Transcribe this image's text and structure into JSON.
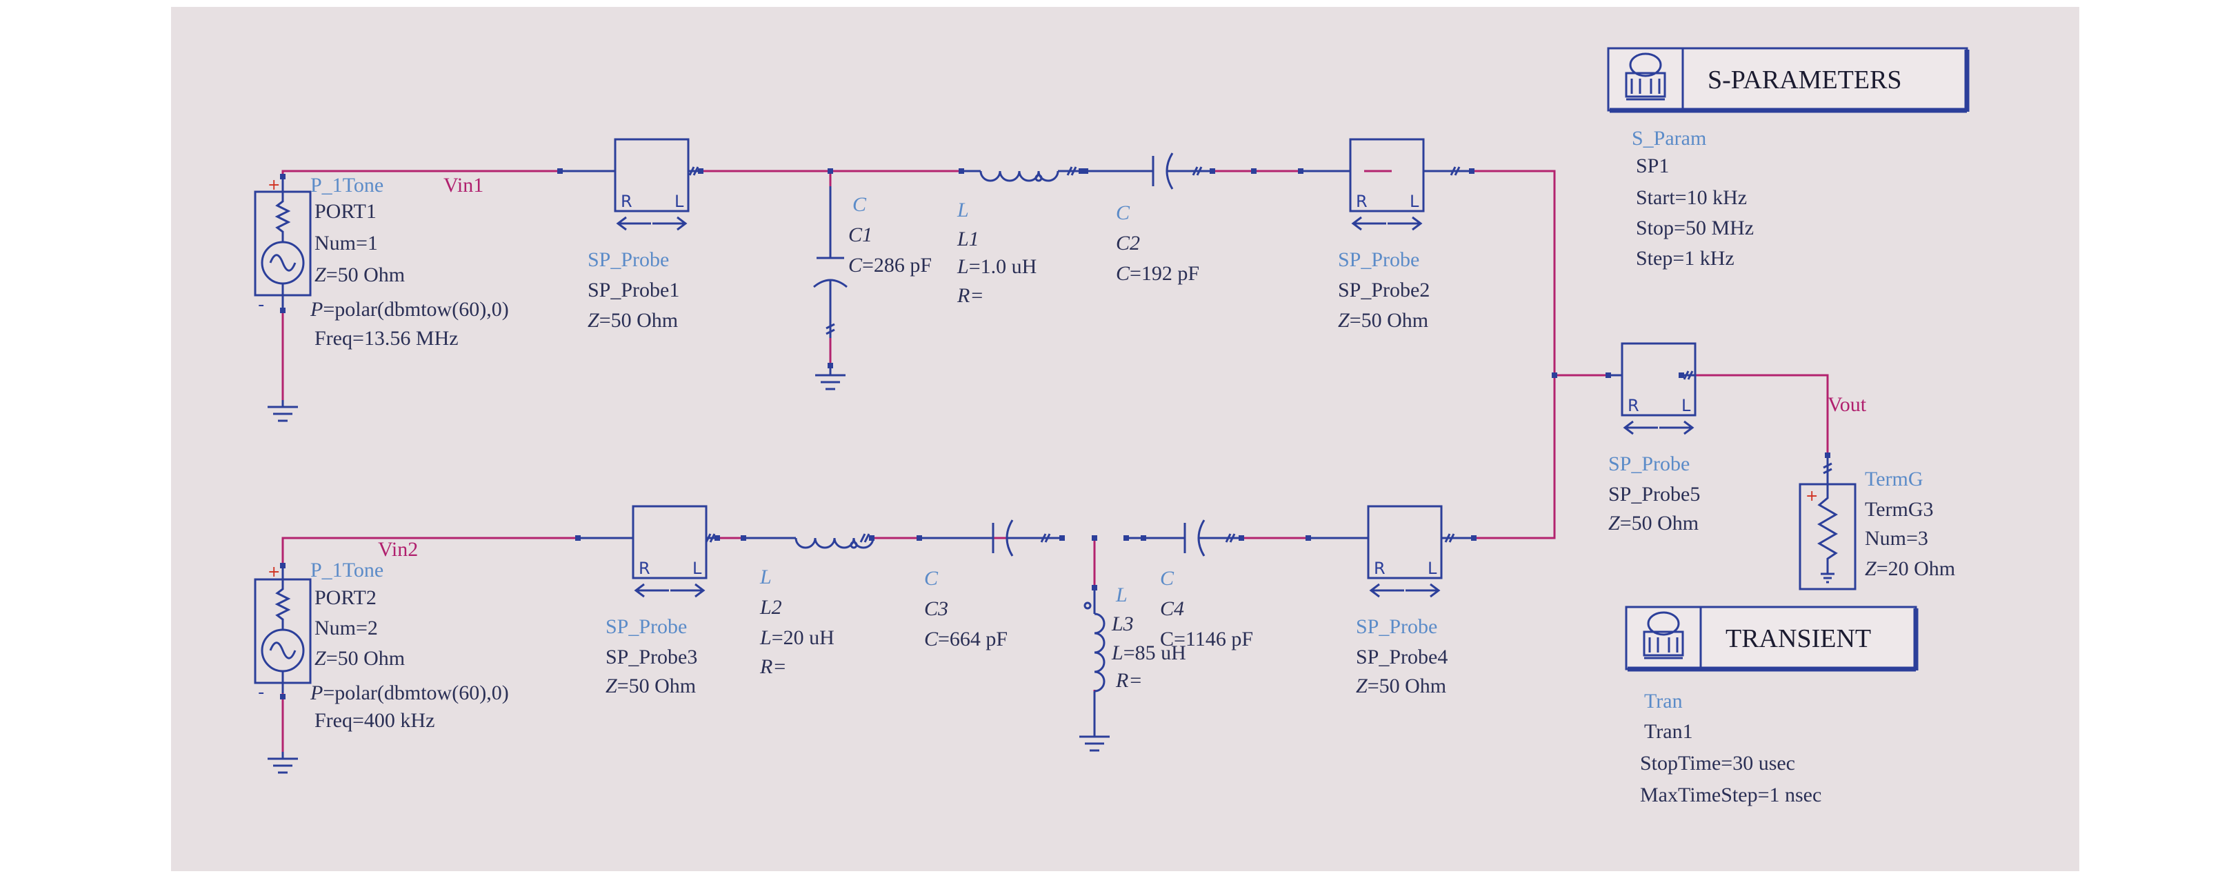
{
  "wire_labels": {
    "vin1": "Vin1",
    "vin2": "Vin2",
    "vout": "Vout"
  },
  "port1": {
    "type": "P_1Tone",
    "name": "PORT1",
    "num": "Num=1",
    "z": "=50 Ohm",
    "p": "=polar(dbmtow(60),0)",
    "freq": "Freq=13.56 MHz"
  },
  "port2": {
    "type": "P_1Tone",
    "name": "PORT2",
    "num": "Num=2",
    "z": "=50 Ohm",
    "p": "=polar(dbmtow(60),0)",
    "freq": "Freq=400 kHz"
  },
  "probe1": {
    "type": "SP_Probe",
    "name": "SP_Probe1",
    "z": "=50 Ohm"
  },
  "probe2": {
    "type": "SP_Probe",
    "name": "SP_Probe2",
    "z": "=50 Ohm"
  },
  "probe3": {
    "type": "SP_Probe",
    "name": "SP_Probe3",
    "z": "=50 Ohm"
  },
  "probe4": {
    "type": "SP_Probe",
    "name": "SP_Probe4",
    "z": "=50 Ohm"
  },
  "probe5": {
    "type": "SP_Probe",
    "name": "SP_Probe5",
    "z": "=50 Ohm"
  },
  "probe_pins": {
    "r": "R",
    "l": "L"
  },
  "c1": {
    "type": "C",
    "name": "C1",
    "value": "=286 pF"
  },
  "c2": {
    "type": "C",
    "name": "C2",
    "value": "=192 pF"
  },
  "c3": {
    "type": "C",
    "name": "C3",
    "value": "=664 pF"
  },
  "c4": {
    "type": "C",
    "name": "C4",
    "value": "C=1146 pF"
  },
  "l1": {
    "type": "L",
    "name": "L1",
    "value": "=1.0 uH",
    "r": "R="
  },
  "l2": {
    "type": "L",
    "name": "L2",
    "value": "=20 uH",
    "r": "R="
  },
  "l3": {
    "type": "L",
    "name": "L3",
    "value": "=85 uH",
    "r": "R="
  },
  "term": {
    "type": "TermG",
    "name": "TermG3",
    "num": "Num=3",
    "z": "=20 Ohm"
  },
  "sparams": {
    "title": "S-PARAMETERS",
    "type": "S_Param",
    "name": "SP1",
    "start": "Start=10 kHz",
    "stop": "Stop=50 MHz",
    "step": "Step=1 kHz"
  },
  "transient": {
    "title": "TRANSIENT",
    "type": "Tran",
    "name": "Tran1",
    "stop": "StopTime=30 usec",
    "maxstep": "MaxTimeStep=1 nsec"
  },
  "italic_letters": {
    "z": "Z",
    "p": "P",
    "c": "C",
    "l": "L"
  },
  "colors": {
    "background": "#e7e0e2",
    "wire": "#b3236f",
    "component": "#2c3f9a",
    "type_label": "#5b8bc8",
    "param_label": "#2a2f55"
  }
}
